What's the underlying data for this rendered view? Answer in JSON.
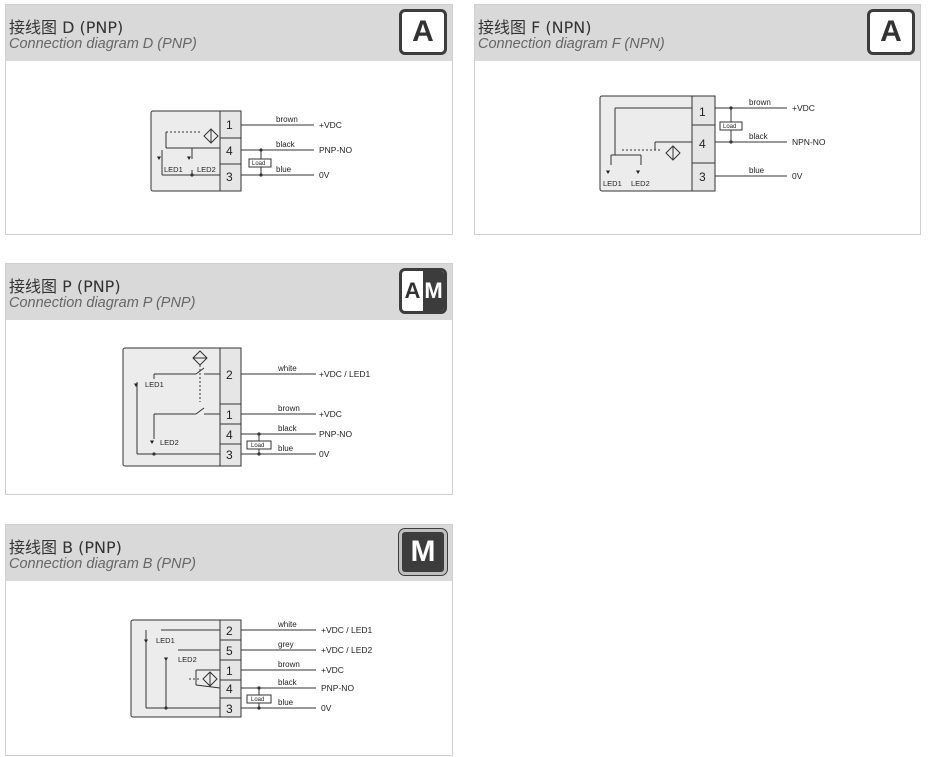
{
  "panels": [
    {
      "cn": "接线图 D (PNP)",
      "en": "Connection diagram D (PNP)",
      "badge": "A",
      "wires": [
        "brown",
        "black",
        "blue"
      ],
      "signals": [
        "+VDC",
        "PNP-NO",
        "0V"
      ],
      "pins": [
        "1",
        "4",
        "3"
      ],
      "leds": [
        "LED1",
        "LED2"
      ],
      "load": "Load"
    },
    {
      "cn": "接线图 F (NPN)",
      "en": "Connection diagram F (NPN)",
      "badge": "A",
      "wires": [
        "brown",
        "black",
        "blue"
      ],
      "signals": [
        "+VDC",
        "NPN-NO",
        "0V"
      ],
      "pins": [
        "1",
        "4",
        "3"
      ],
      "leds": [
        "LED1",
        "LED2"
      ],
      "load": "Load"
    },
    {
      "cn": "接线图 P (PNP)",
      "en": "Connection diagram P (PNP)",
      "badge_a": "A",
      "badge_m": "M",
      "wires": [
        "white",
        "brown",
        "black",
        "blue"
      ],
      "signals": [
        "+VDC / LED1",
        "+VDC",
        "PNP-NO",
        "0V"
      ],
      "pins": [
        "2",
        "1",
        "4",
        "3"
      ],
      "leds": [
        "LED1",
        "LED2"
      ],
      "load": "Load"
    },
    {
      "cn": "接线图 B (PNP)",
      "en": "Connection diagram B (PNP)",
      "badge": "M",
      "wires": [
        "white",
        "grey",
        "brown",
        "black",
        "blue"
      ],
      "signals": [
        "+VDC / LED1",
        "+VDC / LED2",
        "+VDC",
        "PNP-NO",
        "0V"
      ],
      "pins": [
        "2",
        "5",
        "1",
        "4",
        "3"
      ],
      "leds": [
        "LED1",
        "LED2"
      ],
      "load": "Load"
    }
  ]
}
